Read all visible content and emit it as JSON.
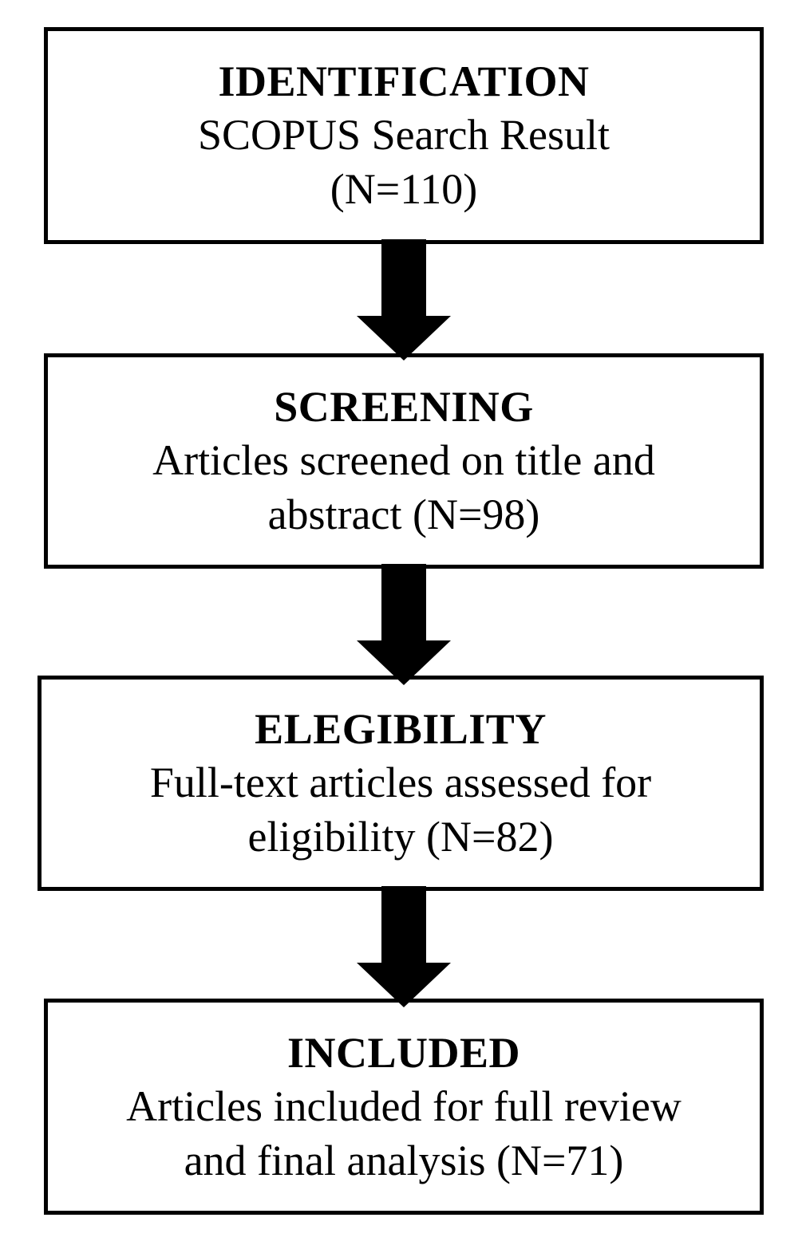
{
  "diagram": {
    "type": "prisma-flow-diagram",
    "title": "PRISMA systematic review flow diagram",
    "colors": {
      "background": "#ffffff",
      "box_border": "#000000",
      "box_fill": "#ffffff",
      "arrow_fill": "#000000",
      "text": "#000000"
    },
    "stages": [
      {
        "id": "identification",
        "title": "IDENTIFICATION",
        "description": "SCOPUS Search Result (N=110)",
        "line1": "SCOPUS Search Result",
        "line2": "(N=110)",
        "count": 110,
        "count_label": "(N=110)"
      },
      {
        "id": "screening",
        "title": "SCREENING",
        "description": "Articles screened on title and abstract (N=98)",
        "line1": "Articles screened on title and",
        "line2": "abstract (N=98)",
        "count": 98,
        "count_label": "(N=98)"
      },
      {
        "id": "elegibility",
        "title": "ELEGIBILITY",
        "description": "Full-text articles assessed for eligibility (N=82)",
        "line1": "Full-text articles assessed for",
        "line2": "eligibility (N=82)",
        "count": 82,
        "count_label": "(N=82)"
      },
      {
        "id": "included",
        "title": "INCLUDED",
        "description": "Articles included for full review and final analysis (N=71)",
        "line1": "Articles included for full review",
        "line2": "and final analysis (N=71)",
        "count": 71,
        "count_label": "(N=71)"
      }
    ],
    "connectors": [
      {
        "id": "arrow-identification-to-screening",
        "icon": "down-block-arrow-icon",
        "from": "identification",
        "to": "screening"
      },
      {
        "id": "arrow-screening-to-elegibility",
        "icon": "down-block-arrow-icon",
        "from": "screening",
        "to": "elegibility"
      },
      {
        "id": "arrow-elegibility-to-included",
        "icon": "down-block-arrow-icon",
        "from": "elegibility",
        "to": "included"
      }
    ]
  }
}
